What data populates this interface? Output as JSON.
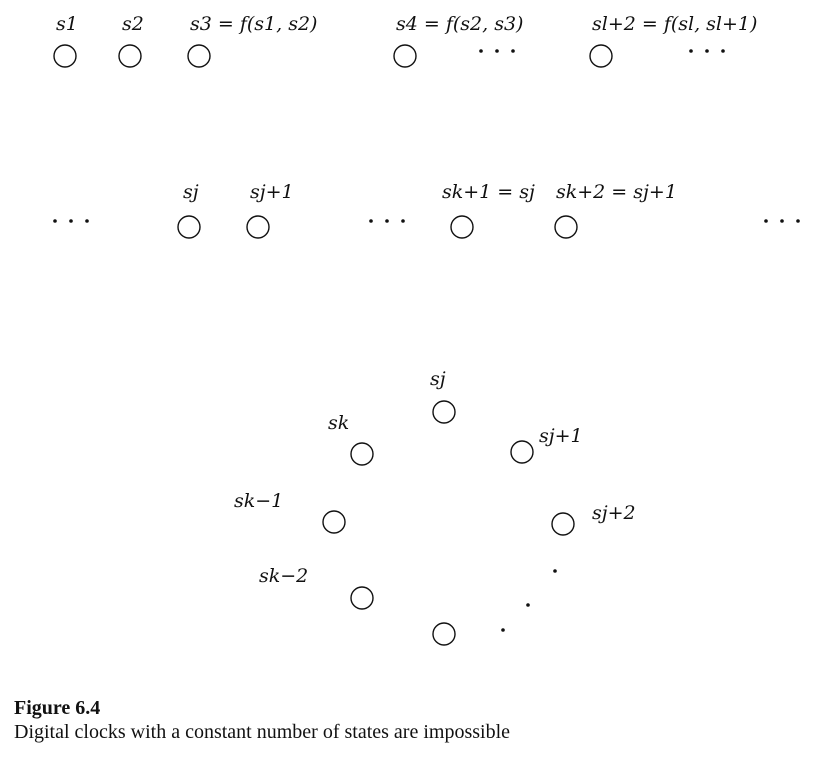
{
  "labels": {
    "r1_s1": "s1",
    "r1_s2": "s2",
    "r1_s3": "s3 = f(s1, s2)",
    "r1_s4": "s4 = f(s2, s3)",
    "r1_sl2": "sl+2 = f(sl, sl+1)",
    "r2_sj": "sj",
    "r2_sj1": "sj+1",
    "r2_sk1": "sk+1 = sj",
    "r2_sk2": "sk+2 = sj+1",
    "r3_sj": "sj",
    "r3_sk": "sk",
    "r3_sj1": "sj+1",
    "r3_skm1": "sk−1",
    "r3_sj2": "sj+2",
    "r3_skm2": "sk−2"
  },
  "caption": {
    "figure": "Figure 6.4",
    "text": "Digital clocks with a constant number of states are impossible"
  }
}
